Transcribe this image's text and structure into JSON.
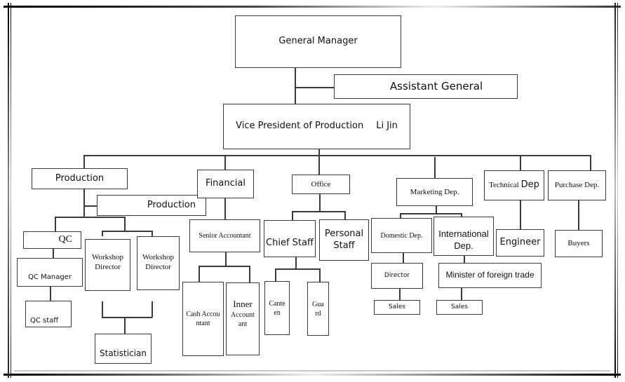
{
  "chart": {
    "title": "Organizational Chart",
    "nodes": {
      "general_manager": "General Manager",
      "assistant_general": "Assistant General",
      "vice_president": "Vice President of Production",
      "vice_president_name": "Li Jin",
      "production": "Production",
      "production_sub": "Production",
      "financial": "Financial",
      "office": "Office",
      "marketing": "Marketing Dep.",
      "technical": "Technical",
      "technical_suffix": "Dep",
      "purchase": "Purchase Dep.",
      "qc": "QC",
      "qc_manager": "QC Manager",
      "qc_staff": "QC staff",
      "workshop_director_1": "Workshop Director",
      "workshop_director_2": "Workshop Director",
      "statistician": "Statistician",
      "senior_accountant": "Senior Accountant",
      "cash_accountant": "Cash Accountant",
      "inner_accountant_a": "Inner",
      "inner_accountant_b": "Accountant",
      "chief_staff": "Chief Staff",
      "personal_staff": "Personal Staff",
      "canteen": "Canteen",
      "guard": "Guard",
      "domestic_dep": "Domestic Dep.",
      "international_dep": "International Dep.",
      "director": "Director",
      "minister_foreign_trade": "Minister of foreign trade",
      "sales_domestic": "Sales",
      "sales_international": "Sales",
      "engineer": "Engineer",
      "buyers": "Buyers"
    }
  }
}
